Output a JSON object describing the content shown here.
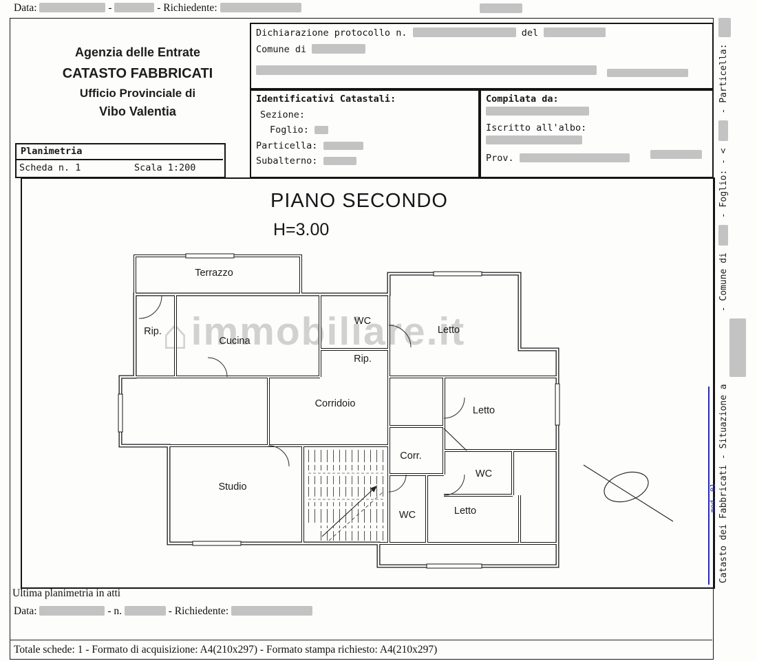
{
  "top_bar": {
    "data_label": "Data:",
    "sep": "-",
    "richiedente_label": "- Richiedente:"
  },
  "agency": {
    "line1": "Agenzia delle Entrate",
    "line2": "CATASTO FABBRICATI",
    "line3": "Ufficio Provinciale di",
    "line4": "Vibo Valentia"
  },
  "protocol_box": {
    "declaration": "Dichiarazione protocollo n.",
    "del": "del",
    "comune": "Comune di"
  },
  "identificativi_box": {
    "title": "Identificativi Catastali:",
    "sezione": "Sezione:",
    "foglio": "Foglio:",
    "particella": "Particella:",
    "subalterno": "Subalterno:"
  },
  "compilata_box": {
    "title": "Compilata da:",
    "albo": "Iscritto all'albo:",
    "prov": "Prov."
  },
  "planimetria_box": {
    "title": "Planimetria",
    "scheda": "Scheda n. 1",
    "scala": "Scala 1:200"
  },
  "plan": {
    "title": "PIANO SECONDO",
    "height_label": "H=3.00",
    "watermark": "immobiliare.it",
    "rooms": [
      {
        "label": "Terrazzo"
      },
      {
        "label": "Rip."
      },
      {
        "label": "Cucina"
      },
      {
        "label": "WC"
      },
      {
        "label": "Letto"
      },
      {
        "label": "Rip."
      },
      {
        "label": "Corridoio"
      },
      {
        "label": "Letto"
      },
      {
        "label": "Studio"
      },
      {
        "label": "Corr."
      },
      {
        "label": "WC"
      },
      {
        "label": "WC"
      },
      {
        "label": "Letto"
      }
    ]
  },
  "sidebar": {
    "segments": [
      "Catasto dei Fabbricati - Situazione a",
      "- Comune di",
      "- Foglio:  - <",
      "- Particella:"
    ],
    "mod_label": "mod. 01"
  },
  "footer": {
    "ultima": "Ultima planimetria in atti",
    "data_label": "Data:",
    "n_label": "- n.",
    "richiedente_label": "- Richiedente:",
    "totale": "Totale schede: 1 - Formato di acquisizione: A4(210x297)  - Formato stampa richiesto: A4(210x297)"
  },
  "colors": {
    "redaction": "#c3c3c3",
    "blue": "#2a2ab0"
  }
}
